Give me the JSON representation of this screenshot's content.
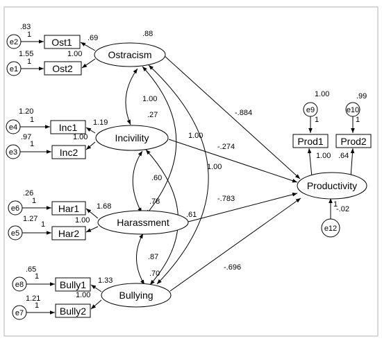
{
  "latent": {
    "ostracism": "Ostracism",
    "incivility": "Incivility",
    "harassment": "Harassment",
    "bullying": "Bullying",
    "productivity": "Productivity"
  },
  "indicators": {
    "ost1": "Ost1",
    "ost2": "Ost2",
    "inc1": "Inc1",
    "inc2": "Inc2",
    "har1": "Har1",
    "har2": "Har2",
    "bully1": "Bully1",
    "bully2": "Bully2",
    "prod1": "Prod1",
    "prod2": "Prod2"
  },
  "errors": {
    "e1": "e1",
    "e2": "e2",
    "e3": "e3",
    "e4": "e4",
    "e5": "e5",
    "e6": "e6",
    "e7": "e7",
    "e8": "e8",
    "e9": "e9",
    "e10": "e10",
    "e12": "e12"
  },
  "estimates": {
    "e2_var": ".83",
    "e1_var": "1.55",
    "e4_var": "1.20",
    "e3_var": ".97",
    "e6_var": ".26",
    "e5_var": "1.27",
    "e8_var": ".65",
    "e7_var": "1.21",
    "e9_var": "1.00",
    "e10_var": ".99",
    "one": "1",
    "ost1_load": ".69",
    "ost2_load": "1.00",
    "ost_r2": ".88",
    "inc1_load": "1.19",
    "inc2_load": "1.00",
    "inc_r2": ".27",
    "har1_load": "1.68",
    "har2_load": "1.00",
    "har_r2": ".78",
    "bully1_load": "1.33",
    "bully2_load": "1.00",
    "bully_r2": ".70",
    "ost_inc_cov": "1.00",
    "inc_har_cov": ".60",
    "har_bully_cov": ".87",
    "ost_har_cov": "1.00",
    "ost_bully_cov": "1.00",
    "inc_bully_cov": ".61",
    "ost_prod": "-.884",
    "inc_prod": "-.274",
    "har_prod": "-.783",
    "bully_prod": "-.696",
    "prod1_load": "1.00",
    "prod2_load": ".64",
    "prod_err": "-.02"
  }
}
